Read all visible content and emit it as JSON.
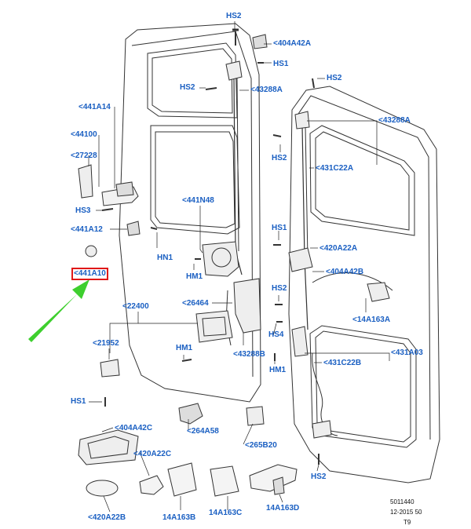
{
  "labels": {
    "hs2_top": "HS2",
    "l404a42a": "<404A42A",
    "hs1_top": "HS1",
    "hs2_left": "HS2",
    "l43288a_top": "<43288A",
    "hs2_right": "HS2",
    "l441a14": "<441A14",
    "l43288a_right": "<43288A",
    "l44100": "<44100",
    "hs2_mid": "HS2",
    "l27228": "<27228",
    "l431c22a": "<431C22A",
    "l441n48": "<441N48",
    "hs3": "HS3",
    "hs1_mid": "HS1",
    "l441a12": "<441A12",
    "l420a22a": "<420A22A",
    "hn1": "HN1",
    "hm1_a": "HM1",
    "l441a10": "<441A10",
    "l404a42b": "<404A42B",
    "hs2_lower": "HS2",
    "l22400": "<22400",
    "l26464": "<26464",
    "l14a163a": "<14A163A",
    "hs4": "HS4",
    "l21952": "<21952",
    "l43288b": "<43288B",
    "l431a03": "<431A03",
    "hm1_b": "HM1",
    "l431c22b": "<431C22B",
    "hm1_c": "HM1",
    "hs1_low": "HS1",
    "l404a42c": "<404A42C",
    "l264a58": "<264A58",
    "l265b20": "<265B20",
    "l420a22c": "<420A22C",
    "hs2_bottom": "HS2",
    "l420a22b": "<420A22B",
    "l14a163b": "14A163B",
    "l14a163c": "14A163C",
    "l14a163d": "14A163D"
  },
  "footer": {
    "ref": "5011440",
    "date": "12-2015 50",
    "code": "T9"
  },
  "colors": {
    "label": "#1a5fc2",
    "highlight": "#e01818",
    "arrow": "#3ecf2e",
    "line": "#222222"
  }
}
